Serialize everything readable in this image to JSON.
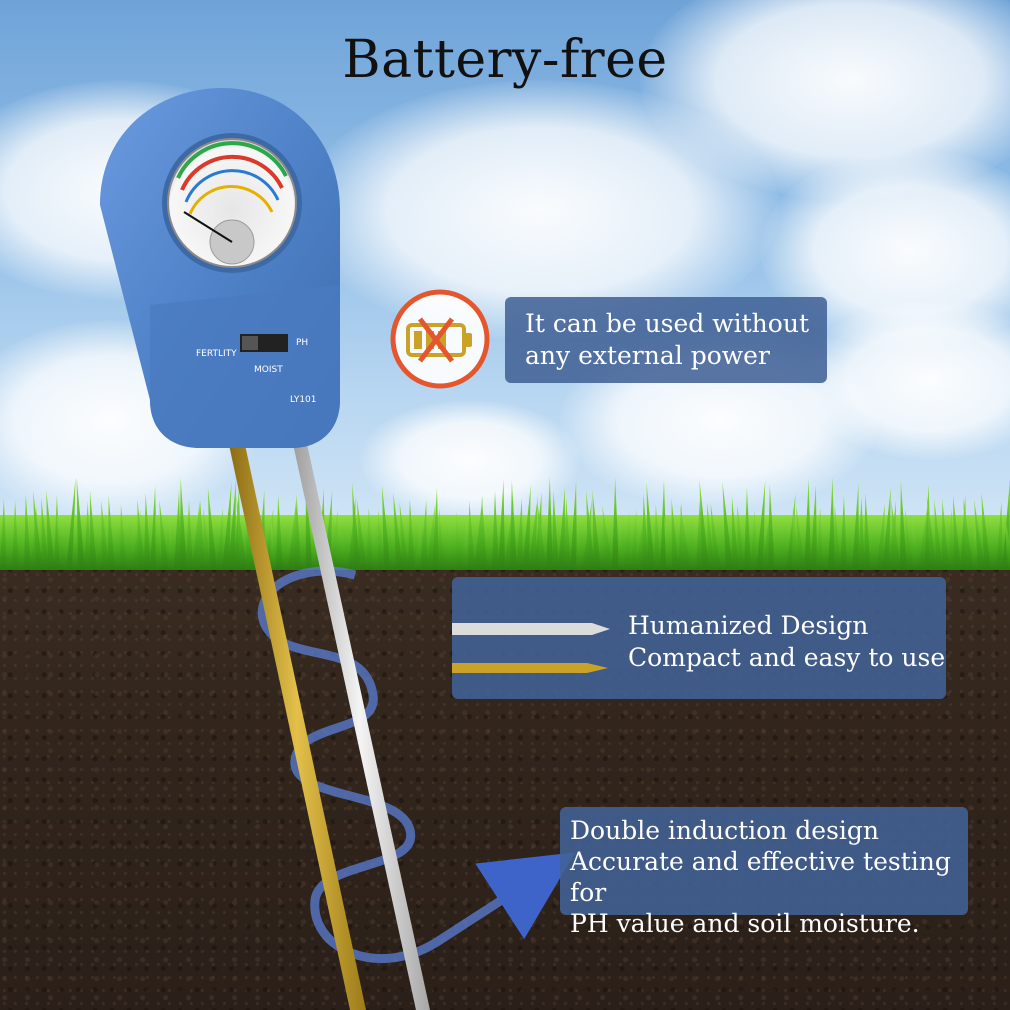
{
  "headline": "Battery-free",
  "meter": {
    "switch_label_left": "FERTLITY",
    "switch_label_right": "PH",
    "switch_label_bottom": "MOIST",
    "model": "LY101"
  },
  "features": [
    {
      "lines": [
        "It can be used without",
        "any external power"
      ],
      "icon": "no-battery-icon"
    },
    {
      "lines": [
        "Humanized Design",
        "Compact and easy to use"
      ],
      "icon": "probe-icon"
    },
    {
      "lines": [
        "Double induction design",
        "Accurate and effective testing for",
        "PH value and soil moisture."
      ],
      "icon": "arrow-icon"
    }
  ],
  "colors": {
    "meter_body": "#4f82c8",
    "panel": "#42629a",
    "badge": "#e4572e",
    "probe_gold": "#c9a227",
    "probe_silver": "#d9d9d9",
    "spiral": "#5b7fd6"
  }
}
